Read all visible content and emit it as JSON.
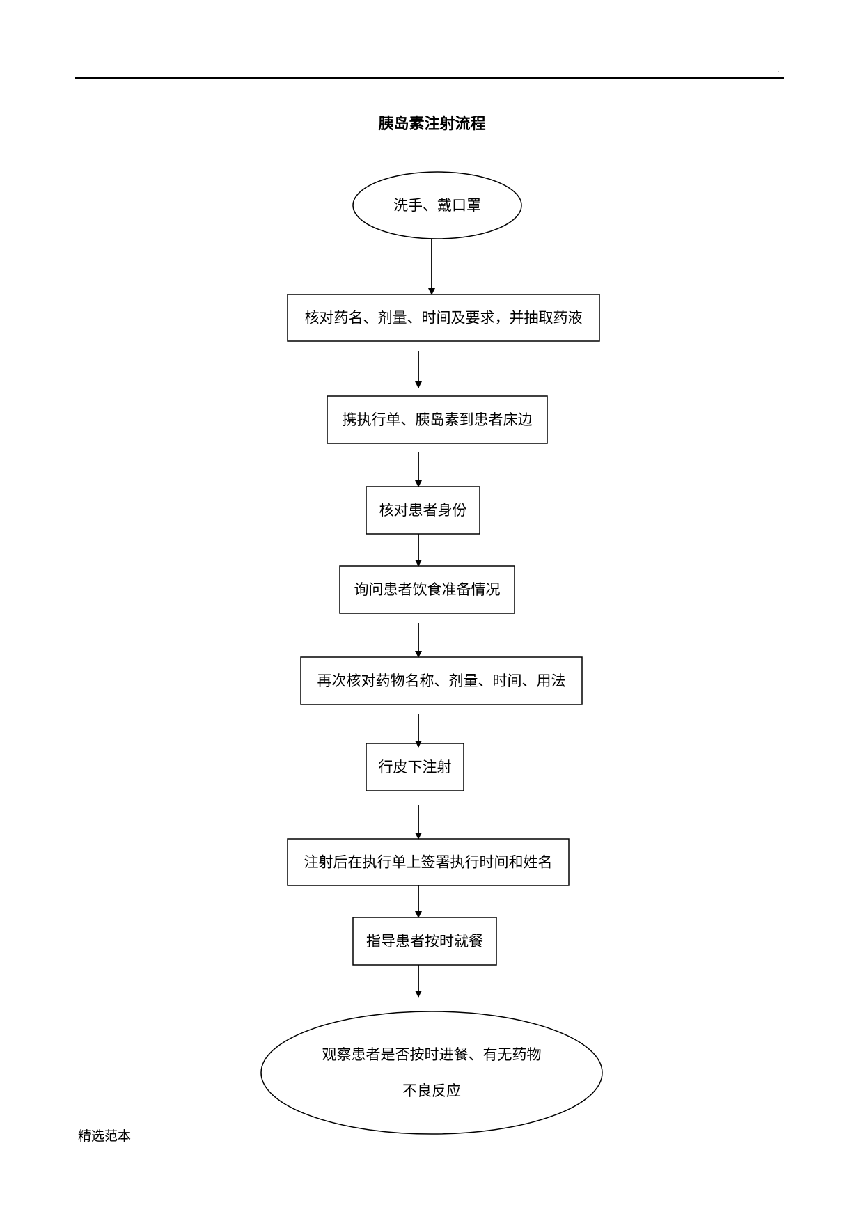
{
  "document": {
    "header_mark": ".",
    "title": "胰岛素注射流程",
    "footer": "精选范本"
  },
  "flowchart": {
    "steps": [
      {
        "id": "start",
        "shape": "ellipse",
        "lines": [
          "洗手、戴口罩"
        ]
      },
      {
        "id": "verify-drug",
        "shape": "rect",
        "lines": [
          "核对药名、剂量、时间及要求，并抽取药液"
        ]
      },
      {
        "id": "bring-to-bedside",
        "shape": "rect",
        "lines": [
          "携执行单、胰岛素到患者床边"
        ]
      },
      {
        "id": "verify-identity",
        "shape": "rect",
        "lines": [
          "核对患者身份"
        ]
      },
      {
        "id": "ask-diet",
        "shape": "rect",
        "lines": [
          "询问患者饮食准备情况"
        ]
      },
      {
        "id": "recheck-drug",
        "shape": "rect",
        "lines": [
          "再次核对药物名称、剂量、时间、用法"
        ]
      },
      {
        "id": "inject",
        "shape": "rect",
        "lines": [
          "行皮下注射"
        ]
      },
      {
        "id": "sign-record",
        "shape": "rect",
        "lines": [
          "注射后在执行单上签署执行时间和姓名"
        ]
      },
      {
        "id": "guide-meal",
        "shape": "rect",
        "lines": [
          "指导患者按时就餐"
        ]
      },
      {
        "id": "observe",
        "shape": "ellipse",
        "lines": [
          "观察患者是否按时进餐、有无药物",
          "不良反应"
        ]
      }
    ]
  }
}
